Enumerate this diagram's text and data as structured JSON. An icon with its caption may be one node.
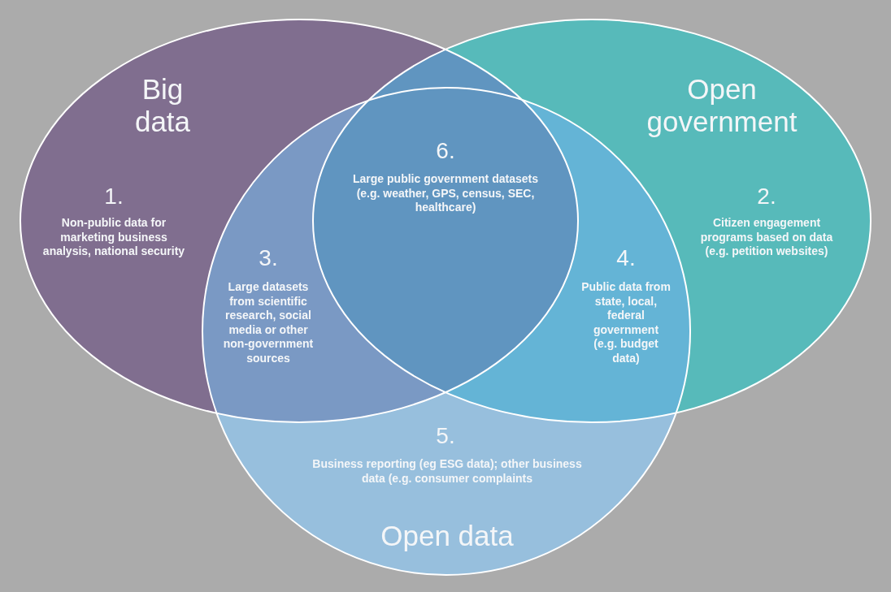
{
  "diagram": {
    "nodes": [
      {
        "text": [
          "Big data",
          "1.",
          "Non-public data for marketing business analysis, national security"
        ]
      },
      {
        "text": [
          "Open government",
          "2.",
          "Citizen engagement programs based on data (e.g. petition websites)"
        ]
      },
      {
        "text": [
          "5.",
          "Business reporting (eg ESG data); other business data (e.g. consumer complaints",
          "Open data"
        ]
      }
    ],
    "labels": [
      "6.",
      "Large public government datasets (e.g. weather, GPS, census, SEC, healthcare)",
      "3.",
      "Large datasets from scientific research, social media or other non-government sources",
      "4.",
      "Public data from state, local, federal government (e.g. budget data)"
    ]
  }
}
